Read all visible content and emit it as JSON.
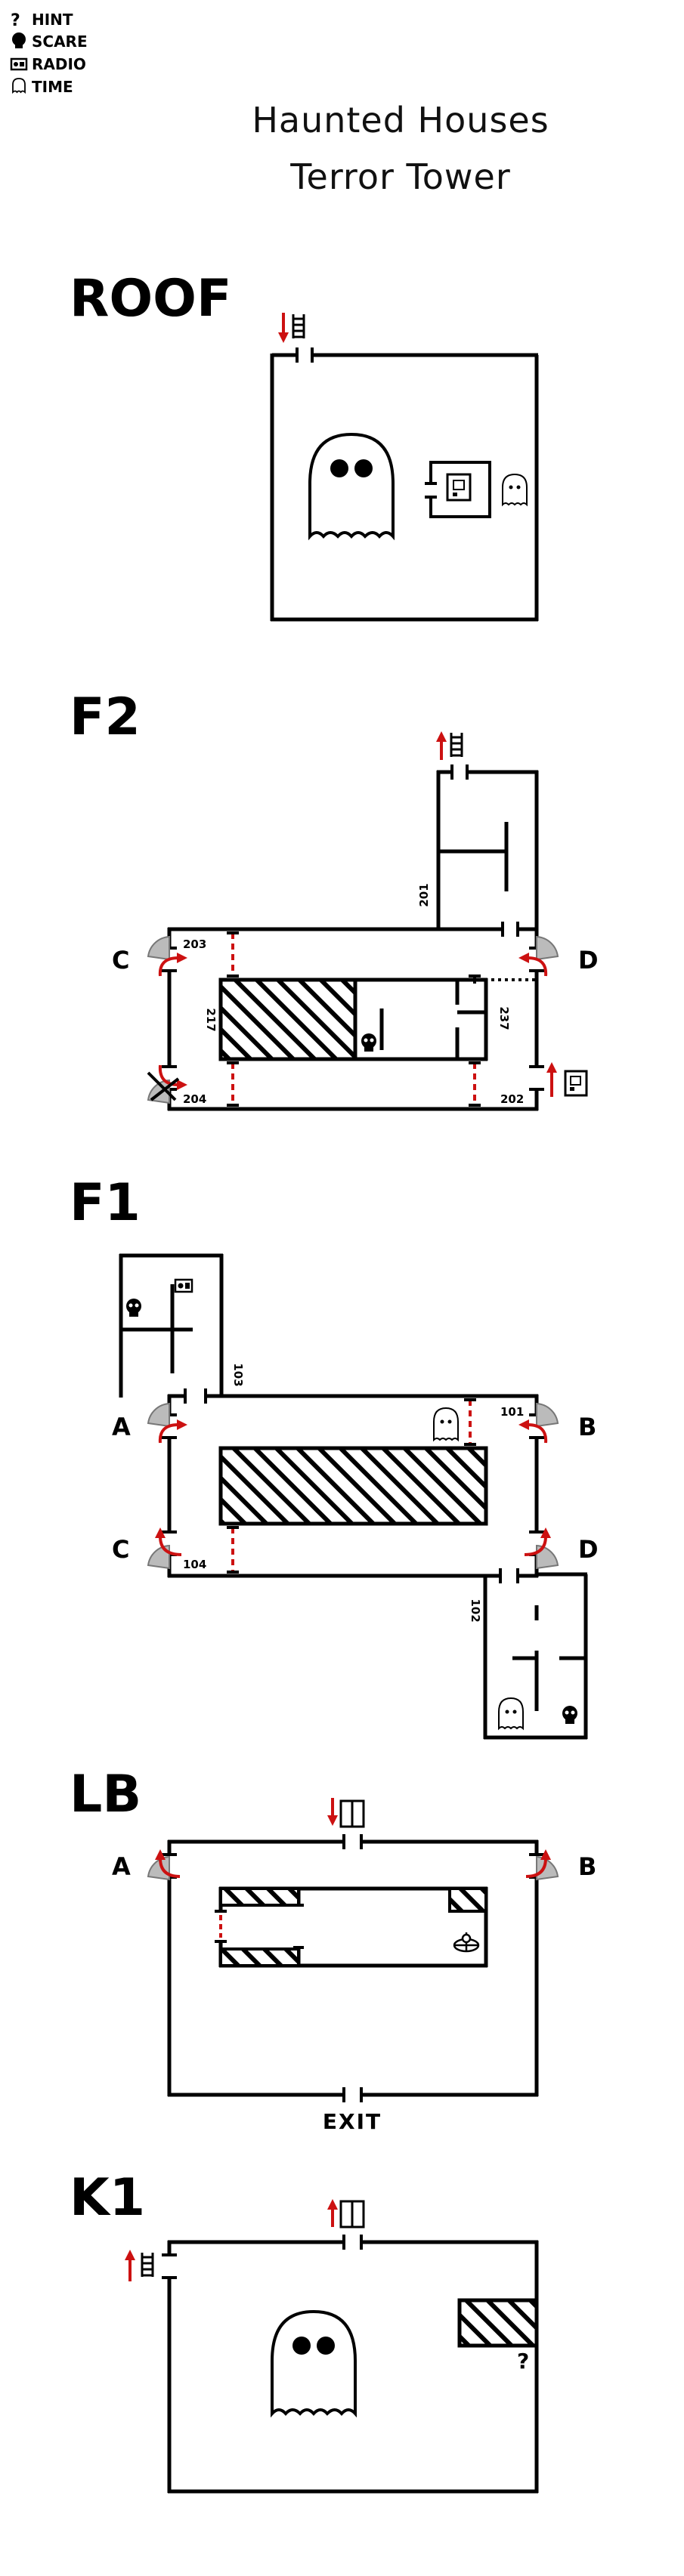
{
  "legend": {
    "hint": "HINT",
    "scare": "SCARE",
    "radio": "RADIO",
    "time": "TIME"
  },
  "title": {
    "line1": "Haunted Houses",
    "line2": "Terror Tower"
  },
  "floors": {
    "roof": "ROOF",
    "f2": "F2",
    "f1": "F1",
    "lb": "LB",
    "k1": "K1"
  },
  "rooms": {
    "r201": "201",
    "r202": "202",
    "r203": "203",
    "r204": "204",
    "r217": "217",
    "r237": "237",
    "r101": "101",
    "r102": "102",
    "r103": "103",
    "r104": "104"
  },
  "stairs": {
    "a": "A",
    "b": "B",
    "c": "C",
    "d": "D"
  },
  "exit_label": "EXIT",
  "hint_mark": "?",
  "colors": {
    "wall": "#000000",
    "arrow": "#cc1111",
    "stair_gray": "#888888"
  }
}
